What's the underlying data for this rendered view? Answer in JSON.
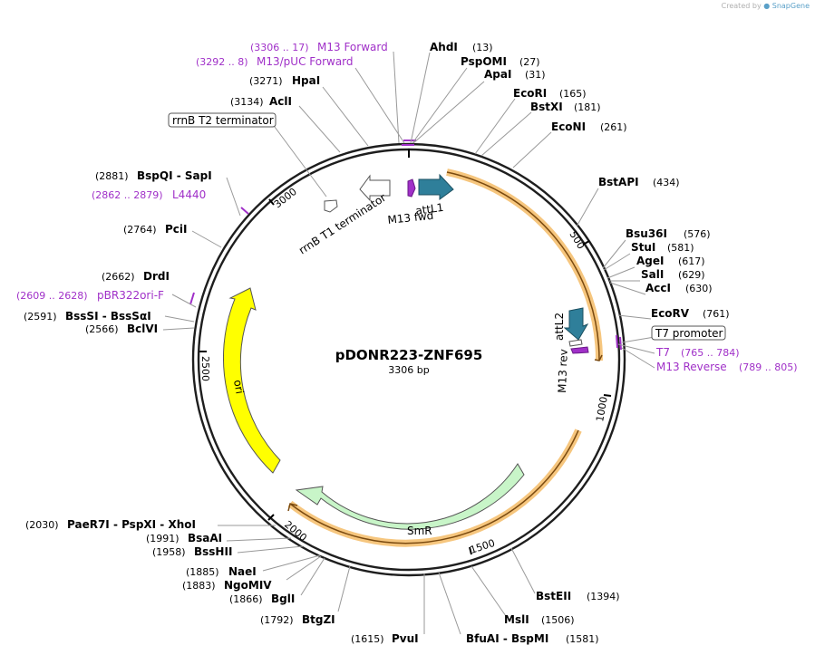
{
  "credit": {
    "prefix": "Created by",
    "brand": "SnapGene"
  },
  "plasmid": {
    "name": "pDONR223-ZNF695",
    "size_label": "3306 bp"
  },
  "ticks": [
    "500",
    "1000",
    "1500",
    "2000",
    "2500",
    "3000"
  ],
  "colors": {
    "backbone": "#1e1e1e",
    "primer": "#a030c8",
    "att": "#2f7f9a",
    "highlight": "#f5a623",
    "ori": "#ffff00",
    "smr": "#c8f5c8"
  },
  "enzymes": [
    {
      "name": "AhdI",
      "pos": "(13)"
    },
    {
      "name": "PspOMI",
      "pos": "(27)"
    },
    {
      "name": "ApaI",
      "pos": "(31)"
    },
    {
      "name": "EcoRI",
      "pos": "(165)"
    },
    {
      "name": "BstXI",
      "pos": "(181)"
    },
    {
      "name": "EcoNI",
      "pos": "(261)"
    },
    {
      "name": "BstAPI",
      "pos": "(434)"
    },
    {
      "name": "Bsu36I",
      "pos": "(576)"
    },
    {
      "name": "StuI",
      "pos": "(581)"
    },
    {
      "name": "AgeI",
      "pos": "(617)"
    },
    {
      "name": "SalI",
      "pos": "(629)"
    },
    {
      "name": "AccI",
      "pos": "(630)"
    },
    {
      "name": "EcoRV",
      "pos": "(761)"
    },
    {
      "name": "BstEII",
      "pos": "(1394)"
    },
    {
      "name": "MslI",
      "pos": "(1506)"
    },
    {
      "name": "BfuAI - BspMI",
      "pos": "(1581)"
    },
    {
      "name": "PvuI",
      "pos": "(1615)"
    },
    {
      "name": "BtgZI",
      "pos": "(1792)"
    },
    {
      "name": "BglI",
      "pos": "(1866)"
    },
    {
      "name": "NgoMIV",
      "pos": "(1883)"
    },
    {
      "name": "NaeI",
      "pos": "(1885)"
    },
    {
      "name": "BssHII",
      "pos": "(1958)"
    },
    {
      "name": "BsaAI",
      "pos": "(1991)"
    },
    {
      "name": "PaeR7I - PspXI - XhoI",
      "pos": "(2030)"
    },
    {
      "name": "BclVI",
      "pos": "(2566)"
    },
    {
      "name": "BssSI - BssSαI",
      "pos": "(2591)"
    },
    {
      "name": "DrdI",
      "pos": "(2662)"
    },
    {
      "name": "PciI",
      "pos": "(2764)"
    },
    {
      "name": "BspQI - SapI",
      "pos": "(2881)"
    },
    {
      "name": "AclI",
      "pos": "(3134)"
    },
    {
      "name": "HpaI",
      "pos": "(3271)"
    }
  ],
  "primers": [
    {
      "name": "M13 Forward",
      "pos": "(3306 .. 17)"
    },
    {
      "name": "M13/pUC Forward",
      "pos": "(3292 .. 8)"
    },
    {
      "name": "L4440",
      "pos": "(2862 .. 2879)"
    },
    {
      "name": "pBR322ori-F",
      "pos": "(2609 .. 2628)"
    },
    {
      "name": "T7",
      "pos": "(765 .. 784)"
    },
    {
      "name": "M13 Reverse",
      "pos": "(789 .. 805)"
    }
  ],
  "features": {
    "rrnB_T2": "rrnB T2 terminator",
    "rrnB_T1": "rrnB T1 terminator",
    "T7_promoter": "T7 promoter",
    "attL1": "attL1",
    "attL2": "attL2",
    "M13_fwd": "M13 fwd",
    "M13_rev": "M13 rev",
    "ori": "ori",
    "SmR": "SmR"
  }
}
